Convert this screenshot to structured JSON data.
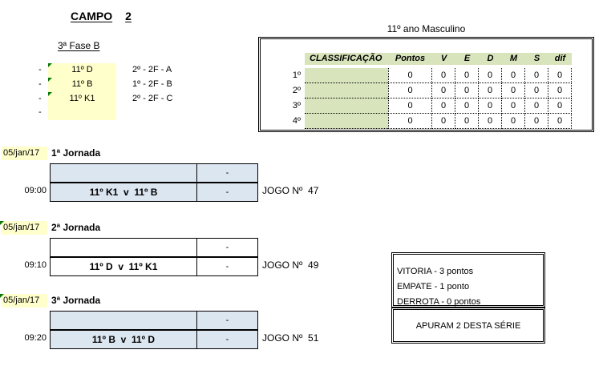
{
  "title": {
    "campo": "CAMPO",
    "number": "2",
    "fase": "3ª Fase B"
  },
  "teams": {
    "marker": "-",
    "rows": [
      {
        "name": "11º D",
        "code": "2º - 2F - A"
      },
      {
        "name": "11º B",
        "code": "1º - 2F - B"
      },
      {
        "name": "11º K1",
        "code": "2º - 2F - C"
      },
      {
        "name": "",
        "code": ""
      }
    ]
  },
  "classification": {
    "title": "11º ano Masculino",
    "name_header": "CLASSIFICAÇÃO",
    "columns": [
      "Pontos",
      "V",
      "E",
      "D",
      "M",
      "S",
      "dif"
    ],
    "rows": [
      {
        "pos": "1º",
        "values": [
          "0",
          "0",
          "0",
          "0",
          "0",
          "0",
          "0"
        ]
      },
      {
        "pos": "2º",
        "values": [
          "0",
          "0",
          "0",
          "0",
          "0",
          "0",
          "0"
        ]
      },
      {
        "pos": "3º",
        "values": [
          "0",
          "0",
          "0",
          "0",
          "0",
          "0",
          "0"
        ]
      },
      {
        "pos": "4º",
        "values": [
          "0",
          "0",
          "0",
          "0",
          "0",
          "0",
          "0"
        ]
      }
    ]
  },
  "jornadas": [
    {
      "date": "05/jan/17",
      "label": "1ª Jornada",
      "time": "09:00",
      "match": "11º K1  v  11º B",
      "score_top": "-",
      "score_bottom": "-",
      "game": "JOGO Nº  47"
    },
    {
      "date": "05/jan/17",
      "label": "2ª Jornada",
      "time": "09:10",
      "match": "11º D  v  11º K1",
      "score_top": "-",
      "score_bottom": "-",
      "game": "JOGO Nº  49"
    },
    {
      "date": "05/jan/17",
      "label": "3ª Jornada",
      "time": "09:20",
      "match": "11º B  v  11º D",
      "score_top": "-",
      "score_bottom": "-",
      "game": "JOGO Nº  51"
    }
  ],
  "legend": {
    "lines": [
      "VITORIA - 3 pontos",
      "EMPATE - 1 ponto",
      "DERROTA - 0 pontos"
    ],
    "footer": "APURAM 2 DESTA SÉRIE"
  },
  "colors": {
    "highlight_yellow": "#ffffcc",
    "header_green": "#d8e4bc",
    "match_blue": "#dce6f1",
    "comment_triangle_green": "#067a06"
  }
}
